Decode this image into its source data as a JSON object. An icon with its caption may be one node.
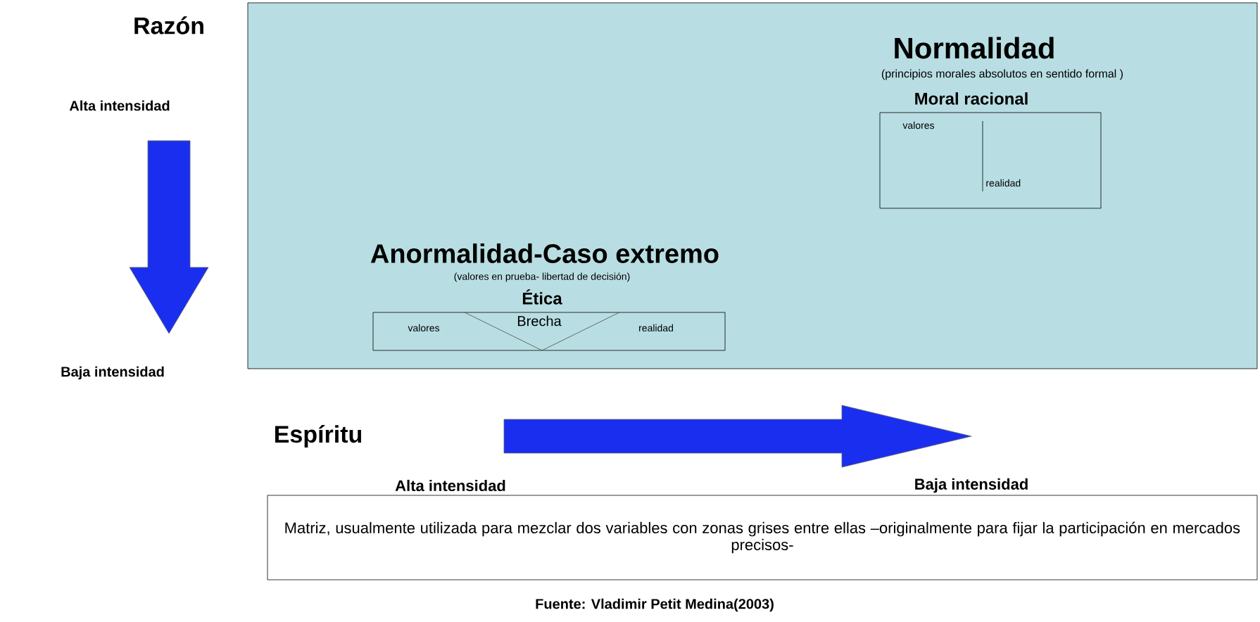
{
  "diagram": {
    "nodes": [
      {
        "text": [],
        "shape": "box"
      },
      {
        "text": [
          "Normalidad",
          "(principios morales absolutos en sentido formal )",
          "Moral racional",
          "valores",
          "realidad"
        ],
        "in": 0
      },
      {
        "text": [
          "Anormalidad-Caso extremo",
          "(valores en prueba- libertad de decisión)",
          "Ética",
          "valores",
          "Brecha",
          "realidad"
        ],
        "in": 0
      },
      {
        "text": [
          "Matriz, usualmente utilizada para mezclar dos variables con zonas grises entre ellas –originalmente para fijar la participación en mercados precisos-"
        ]
      }
    ],
    "edges": [],
    "labels": [
      "Razón",
      "Alta intensidad",
      "Baja intensidad",
      "Espíritu",
      "Alta intensidad",
      "Baja intensidad",
      "Fuente: Vladimir Petit Medina(2003)"
    ]
  }
}
